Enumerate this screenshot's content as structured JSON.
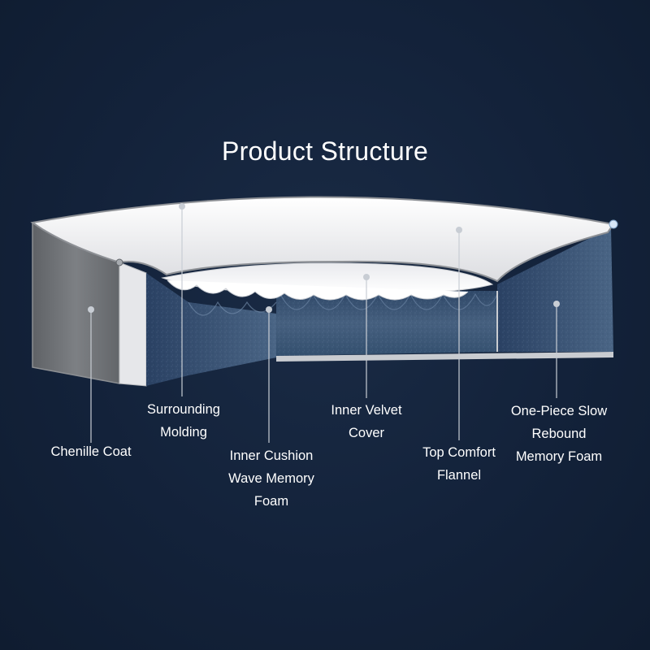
{
  "title": "Product Structure",
  "labels": {
    "chenille_coat": "Chenille Coat",
    "surrounding_molding": "Surrounding\nMolding",
    "inner_cushion_wave_memory_foam": "Inner Cushion\nWave Memory\nFoam",
    "inner_velvet_cover": "Inner Velvet\nCover",
    "top_comfort_flannel": "Top Comfort\nFlannel",
    "one_piece_slow_rebound_memory_foam": "One-Piece Slow\nRebound\nMemory Foam"
  },
  "colors": {
    "background": "#13223a",
    "foam": "#3b5577",
    "coat": "#6f7276",
    "cover": "#f4f4f6",
    "leader": "#c8cdd4"
  }
}
